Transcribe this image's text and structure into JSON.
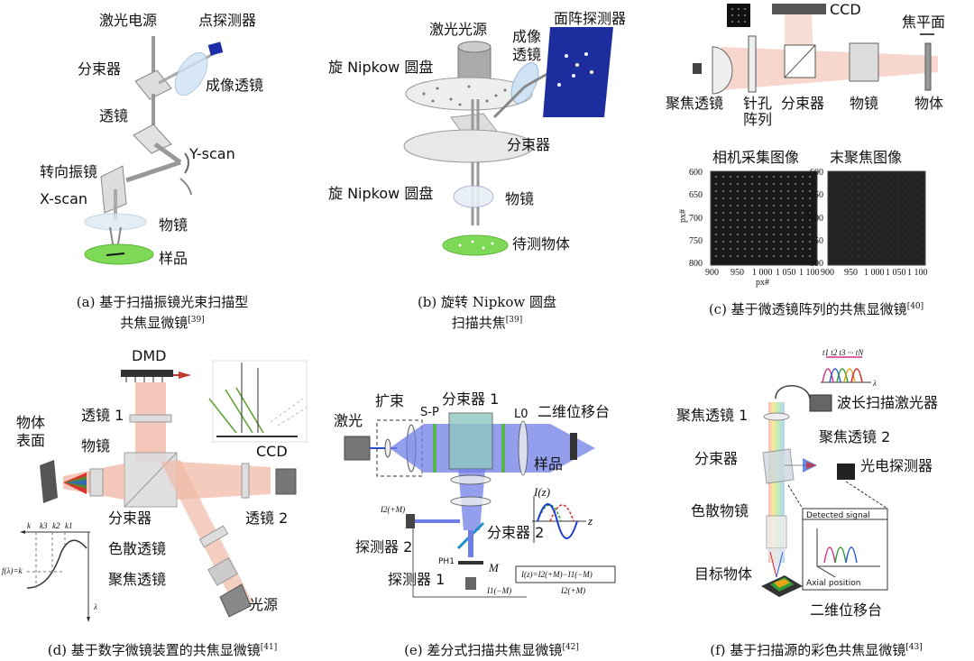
{
  "panels": {
    "a": {
      "labels": {
        "laser_power": "激光电源",
        "point_detector": "点探测器",
        "beam_splitter": "分束器",
        "imaging_lens": "成像透镜",
        "lens": "透镜",
        "y_scan": "Y-scan",
        "steering_mirror": "转向振镜",
        "x_scan": "X-scan",
        "objective": "物镜",
        "sample": "样品"
      },
      "caption_line1": "(a) 基于扫描振镜光束扫描型",
      "caption_line2": "共焦显微镜",
      "ref": "[39]"
    },
    "b": {
      "labels": {
        "laser_source": "激光光源",
        "imaging_lens_1": "成像",
        "imaging_lens_2": "透镜",
        "area_detector": "面阵探测器",
        "rotating_disk_top": "旋 Nipkow 圆盘",
        "beam_splitter": "分束器",
        "rotating_disk_bottom": "旋 Nipkow 圆盘",
        "objective": "物镜",
        "object": "待测物体"
      },
      "caption_line1": "(b) 旋转 Nipkow 圆盘",
      "caption_line2": "扫描共焦",
      "ref": "[39]"
    },
    "c": {
      "labels": {
        "ccd": "CCD",
        "focal_plane": "焦平面",
        "focusing_lens": "聚焦透镜",
        "pinhole_1": "针孔",
        "pinhole_2": "阵列",
        "beam_splitter": "分束器",
        "objective": "物镜",
        "object": "物体",
        "camera_image": "相机采集图像",
        "defocus_image": "末聚焦图像",
        "axis_label": "px#"
      },
      "y_ticks": [
        "600",
        "650",
        "700",
        "750",
        "800"
      ],
      "x_ticks": [
        "900",
        "950",
        "1 000",
        "1 050",
        "1 100"
      ],
      "caption": "(c) 基于微透镜阵列的共焦显微镜",
      "ref": "[40]"
    },
    "d": {
      "labels": {
        "dmd": "DMD",
        "object_surface_1": "物体",
        "object_surface_2": "表面",
        "lens_1": "透镜 1",
        "objective": "物镜",
        "ccd": "CCD",
        "beam_splitter": "分束器",
        "lens_2": "透镜 2",
        "dispersive_lens": "色散透镜",
        "focusing_lens": "聚焦透镜",
        "light_source": "光源",
        "k": "k",
        "k3": "k3",
        "k2": "k2",
        "k1": "k1",
        "f_lambda": "f(λ)=k",
        "lambda": "λ"
      },
      "caption": "(d) 基于数字微镜装置的共焦显微镜",
      "ref": "[41]"
    },
    "e": {
      "labels": {
        "laser": "激光",
        "expander": "扩束",
        "sp": "S-P",
        "beam_splitter_1": "分束器 1",
        "l0": "L0",
        "stage": "二维位移台",
        "sample": "样品",
        "iz": "I(z)",
        "z": "z",
        "beam_splitter_2": "分束器 2",
        "detector_2": "探测器 2",
        "detector_1": "探测器 1",
        "ph1": "PH1",
        "m": "M",
        "i2_plus_m": "I2(+M)",
        "i1_minus_m": "I1(−M)",
        "formula": "I(z)=I2(+M)−I1(−M)"
      },
      "caption": "(e) 差分式扫描共焦显微镜",
      "ref": "[42]"
    },
    "f": {
      "labels": {
        "spectrum_ticks": "t1 t2 t3 ··· tN",
        "lambda": "λ",
        "swept_laser": "波长扫描激光器",
        "focusing_lens_1": "聚焦透镜 1",
        "focusing_lens_2": "聚焦透镜 2",
        "beam_splitter": "分束器",
        "photodetector": "光电探测器",
        "dispersive_objective": "色散物镜",
        "detected_signal": "Detected signal",
        "axial_position": "Axial position",
        "target": "目标物体",
        "stage": "二维位移台"
      },
      "caption": "(f) 基于扫描源的彩色共焦显微镜",
      "ref": "[43]"
    }
  }
}
